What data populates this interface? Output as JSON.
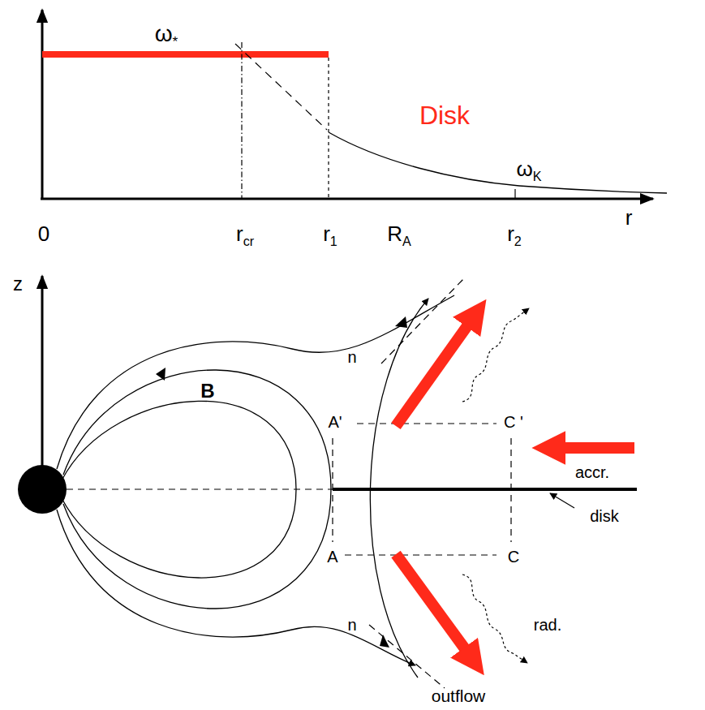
{
  "diagram": {
    "labels": [
      "ω*",
      "Disk",
      "ωK",
      "0",
      "rcr",
      "r1",
      "RA",
      "r2",
      "r",
      "z",
      "B",
      "n",
      "A'",
      "C '",
      "accr.",
      "disk",
      "A",
      "C",
      "rad.",
      "n",
      "outflow"
    ]
  }
}
